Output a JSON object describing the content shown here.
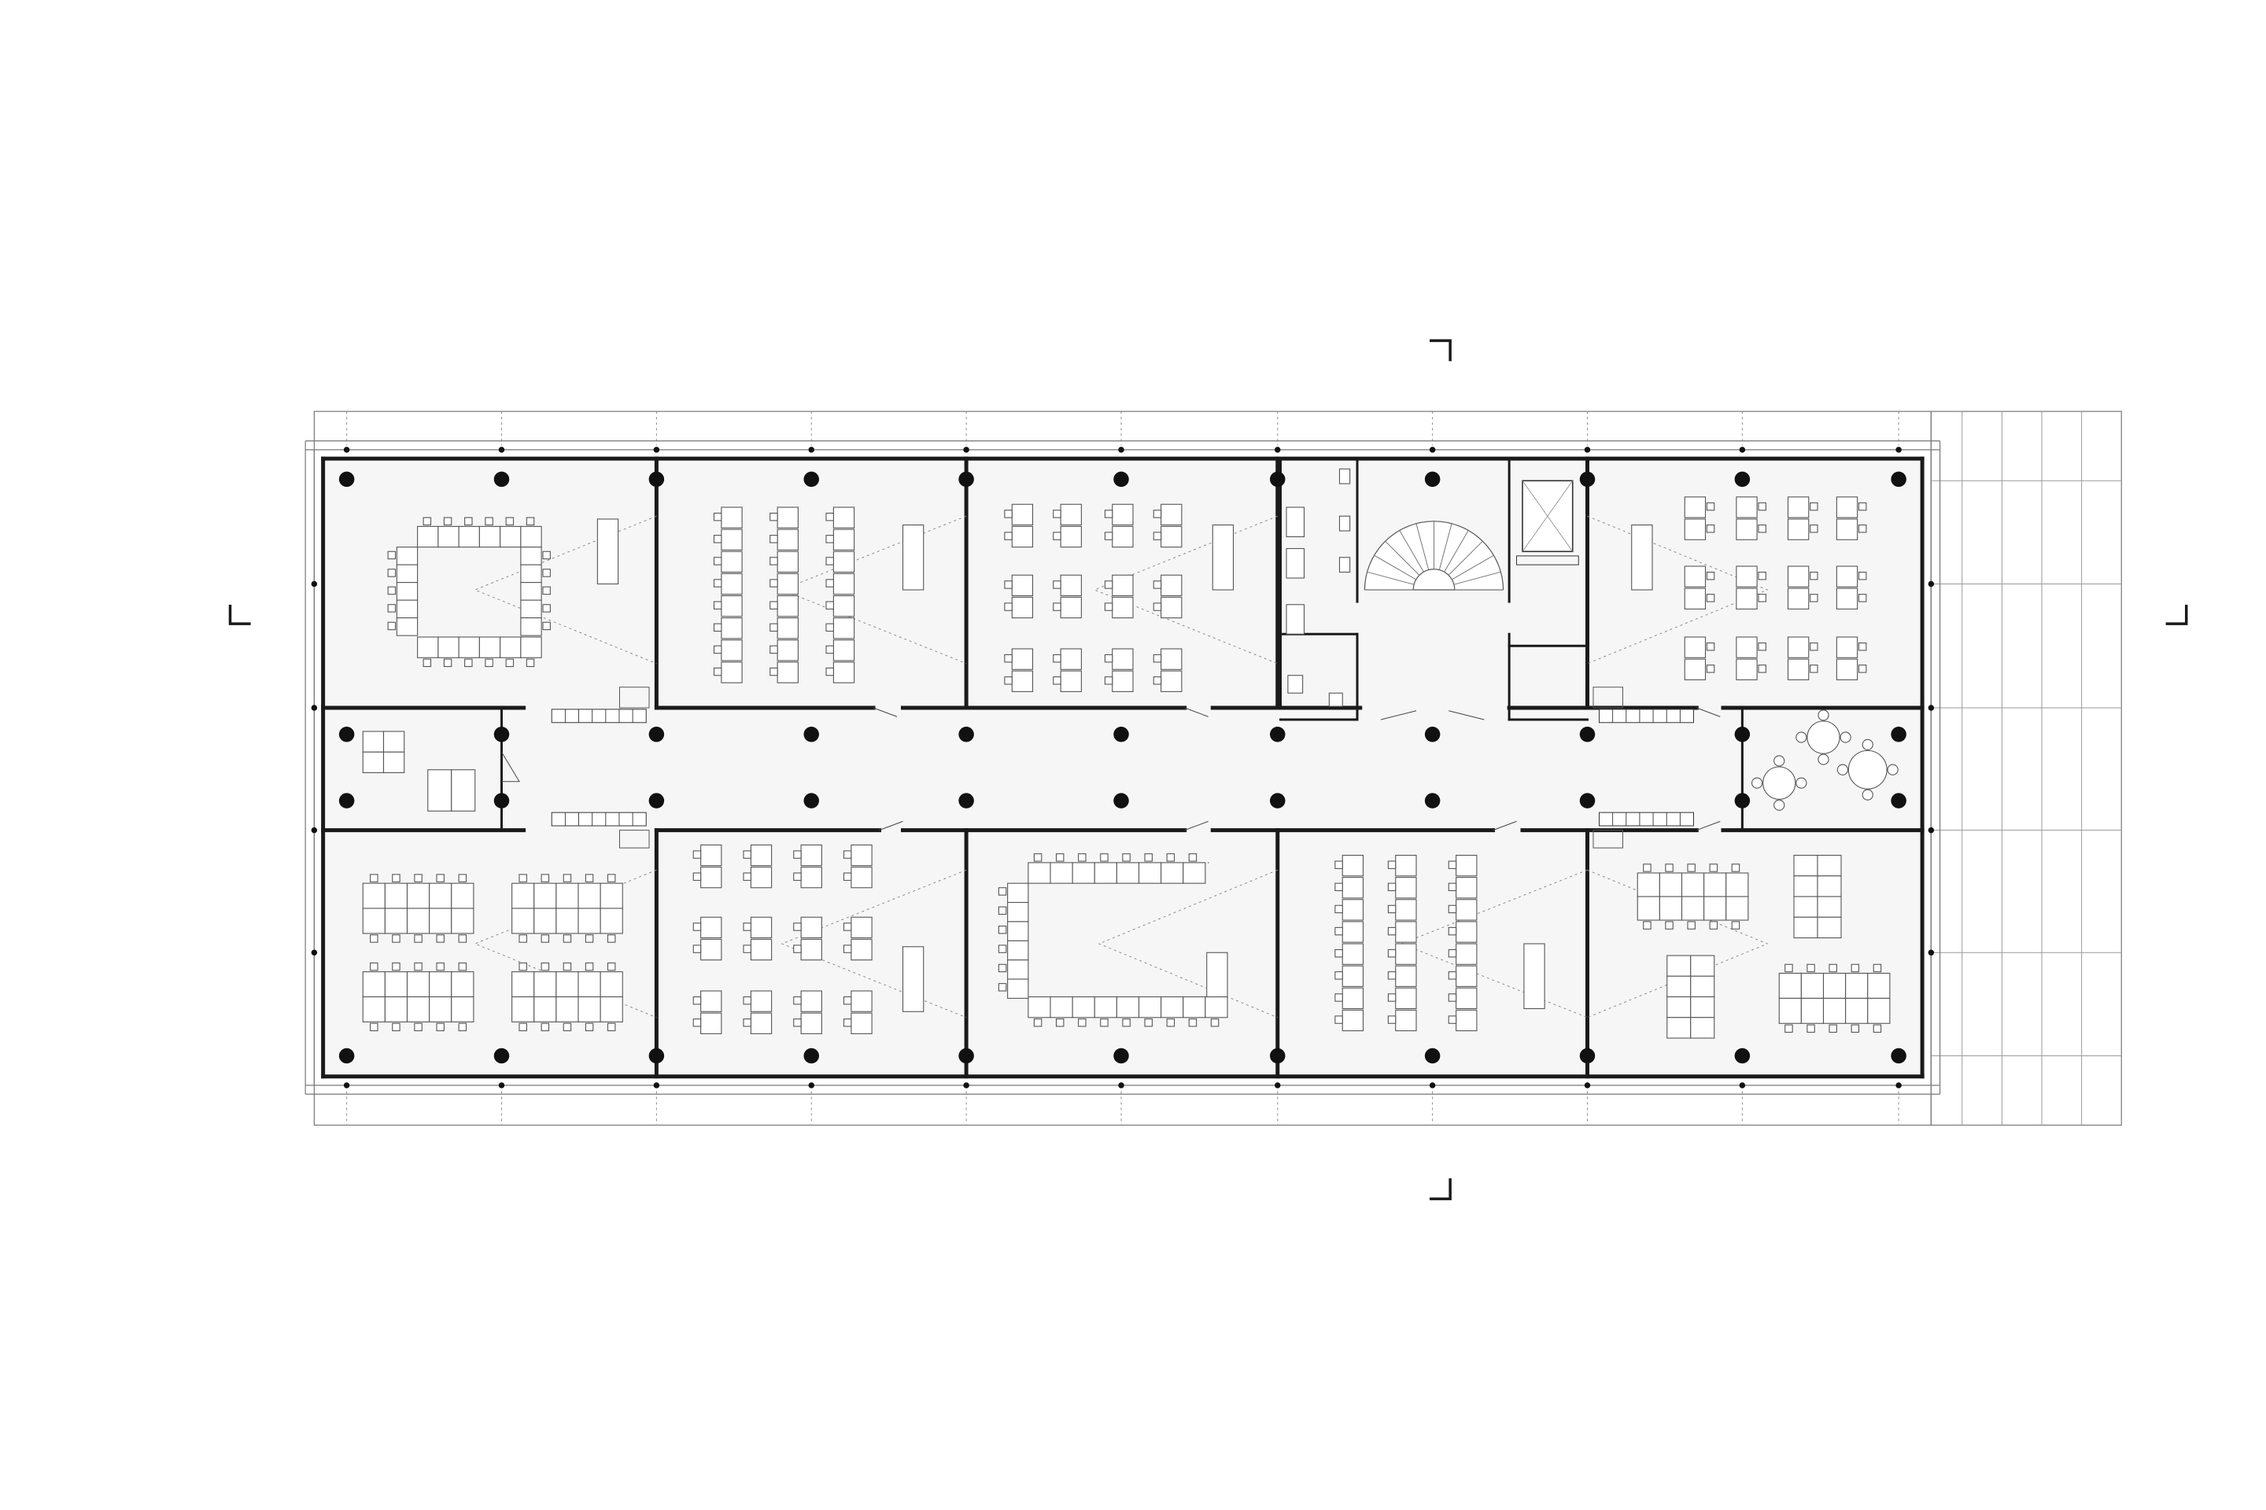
{
  "drawing": {
    "kind": "floor-plan",
    "text_labels": [],
    "colors": {
      "background": "#ffffff",
      "line": "#1a1a1a",
      "thin_line": "#777777",
      "floor_fill": "#f6f6f6",
      "column": "#111111",
      "furniture_fill": "#ffffff"
    },
    "structure": {
      "column_grid_bays": 10,
      "column_rows": 4,
      "section_markers": 4
    },
    "rooms": [
      {
        "id": "room-n1",
        "zone": "north",
        "layout": "u-shape-tables",
        "desks": 18
      },
      {
        "id": "room-n2",
        "zone": "north",
        "layout": "rows",
        "desks": 24
      },
      {
        "id": "room-n3",
        "zone": "north",
        "layout": "pairs",
        "desks": 24
      },
      {
        "id": "core",
        "zone": "north",
        "layout": "stair-elevator-wc",
        "desks": 0
      },
      {
        "id": "room-n5",
        "zone": "north",
        "layout": "pairs",
        "desks": 24
      },
      {
        "id": "lounge-w",
        "zone": "corridor",
        "layout": "tables",
        "desks": 6
      },
      {
        "id": "lounge-e",
        "zone": "corridor",
        "layout": "round-tables",
        "desks": 3
      },
      {
        "id": "room-s1",
        "zone": "south",
        "layout": "table-blocks",
        "desks": 40
      },
      {
        "id": "room-s2",
        "zone": "south",
        "layout": "pairs",
        "desks": 24
      },
      {
        "id": "room-s3",
        "zone": "south",
        "layout": "u-shape-tables",
        "desks": 28
      },
      {
        "id": "room-s4",
        "zone": "south",
        "layout": "rows",
        "desks": 24
      },
      {
        "id": "room-s5",
        "zone": "south",
        "layout": "mixed-clusters",
        "desks": 30
      }
    ]
  }
}
